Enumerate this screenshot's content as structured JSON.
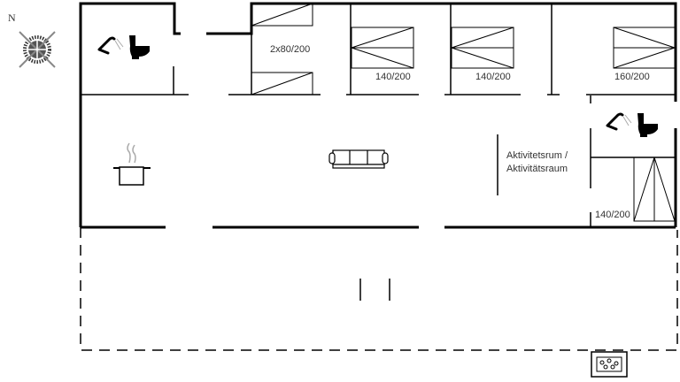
{
  "compass": {
    "north_label": "N"
  },
  "rooms": {
    "bedroom_1": {
      "bed_label": "2x80/200"
    },
    "bedroom_2": {
      "bed_label": "140/200"
    },
    "bedroom_3": {
      "bed_label": "140/200"
    },
    "bedroom_4": {
      "bed_label": "160/200"
    },
    "activity_room": {
      "label_line1": "Aktivitetsrum /",
      "label_line2": "Aktivitätsraum"
    },
    "bedroom_5": {
      "bed_label": "140/200"
    }
  },
  "icons": [
    "compass-icon",
    "shower-icon",
    "toilet-icon",
    "cooking-pot-icon",
    "sofa-icon",
    "hot-tub-icon"
  ]
}
